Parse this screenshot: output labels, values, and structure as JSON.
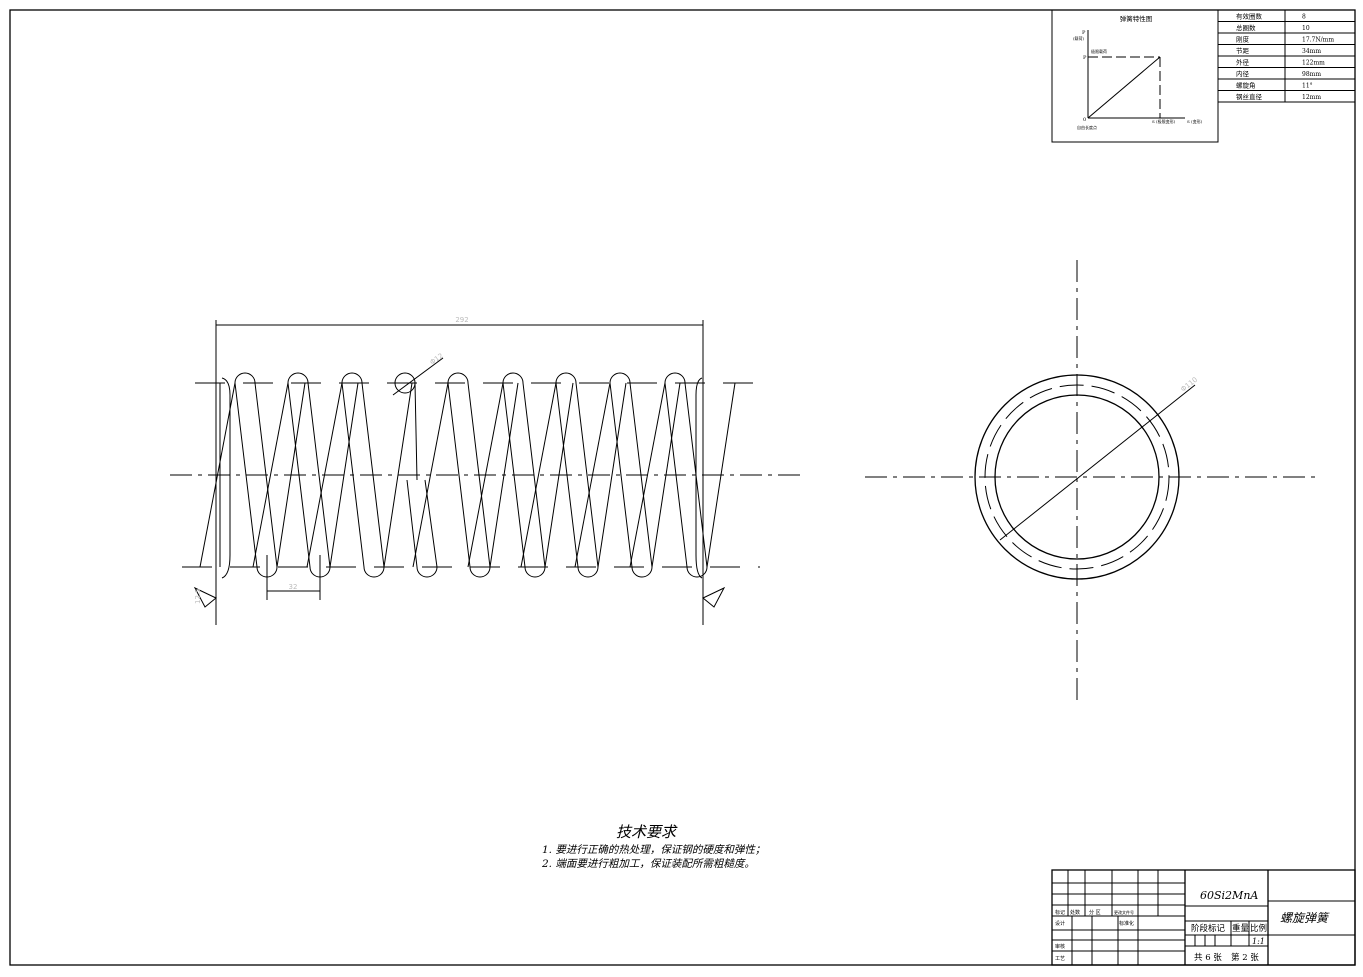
{
  "drawing": {
    "dimensions": {
      "free_length": "292",
      "pitch": "32",
      "wire_diameter": "Φ12",
      "outer_diameter": "Φ110",
      "roughness": "12.5"
    }
  },
  "characteristic_chart": {
    "title": "弹簧特性图",
    "y_axis": "P",
    "y_axis_note": "(载荷)",
    "p_mark": "P",
    "limit_load": "极限载荷",
    "origin": "0",
    "origin_note": "自由长度点",
    "s_mark": "S (极限变形)",
    "x_axis": "S (变形)"
  },
  "spec_table": [
    {
      "label": "有效圈数",
      "value": "8"
    },
    {
      "label": "总圈数",
      "value": "10"
    },
    {
      "label": "刚度",
      "value": "17.7N/mm"
    },
    {
      "label": "节距",
      "value": "34mm"
    },
    {
      "label": "外径",
      "value": "122mm"
    },
    {
      "label": "内径",
      "value": "98mm"
    },
    {
      "label": "螺旋角",
      "value": "11°"
    },
    {
      "label": "钢丝直径",
      "value": "12mm"
    }
  ],
  "tech_requirements": {
    "title": "技术要求",
    "items": [
      "1. 要进行正确的热处理，保证钢的硬度和弹性；",
      "2. 端面要进行粗加工，保证装配所需粗糙度。"
    ]
  },
  "title_block": {
    "material": "60Si2MnA",
    "part_name": "螺旋弹簧",
    "headers": [
      "标记",
      "处数",
      "分 区",
      "更改文件号"
    ],
    "design": "设计",
    "standardize": "标准化",
    "review": "审核",
    "process": "工艺",
    "stage_mark": "阶段标记",
    "weight": "重量",
    "scale_label": "比例",
    "scale": "1:1",
    "sheets": "共 6 张",
    "sheet_no": "第 2 张"
  }
}
